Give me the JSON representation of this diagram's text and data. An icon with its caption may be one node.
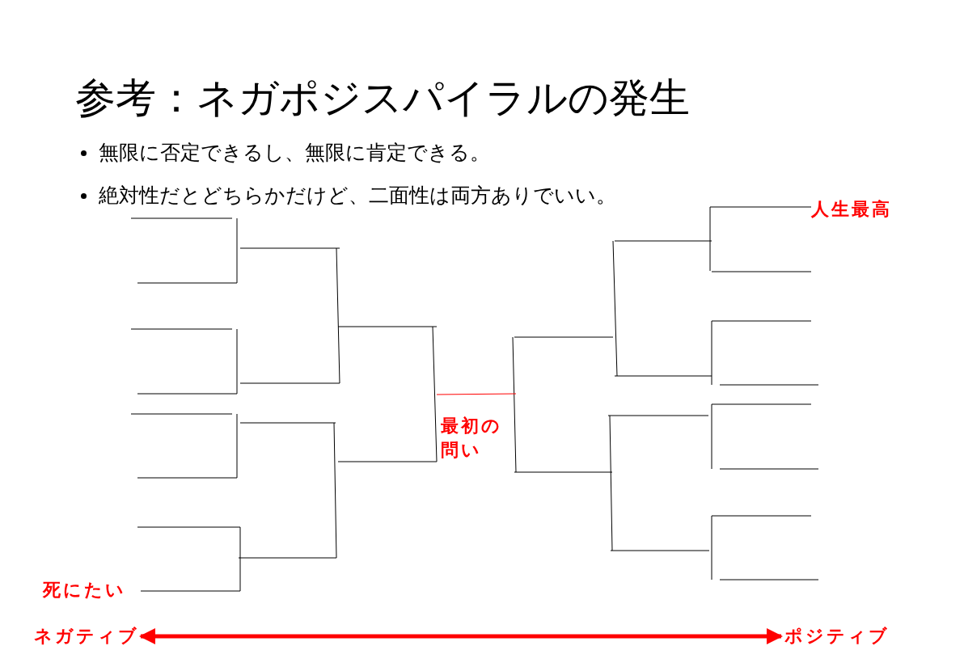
{
  "diagram": {
    "title": "参考：ネガポジスパイラルの発生",
    "nodes": [
      {
        "text": [
          "ネガティブ"
        ]
      },
      {
        "text": [
          "ポジティブ"
        ]
      }
    ],
    "edges": [
      {
        "from": 0,
        "to": 1,
        "arrow": "both",
        "color": "#ff0000"
      }
    ],
    "labels": [
      "無限に否定できるし、無限に肯定できる。",
      "絶対性だとどちらかだけど、二面性は両方ありでいい。",
      "人生最高",
      "最初の問い",
      "死にたい"
    ]
  }
}
